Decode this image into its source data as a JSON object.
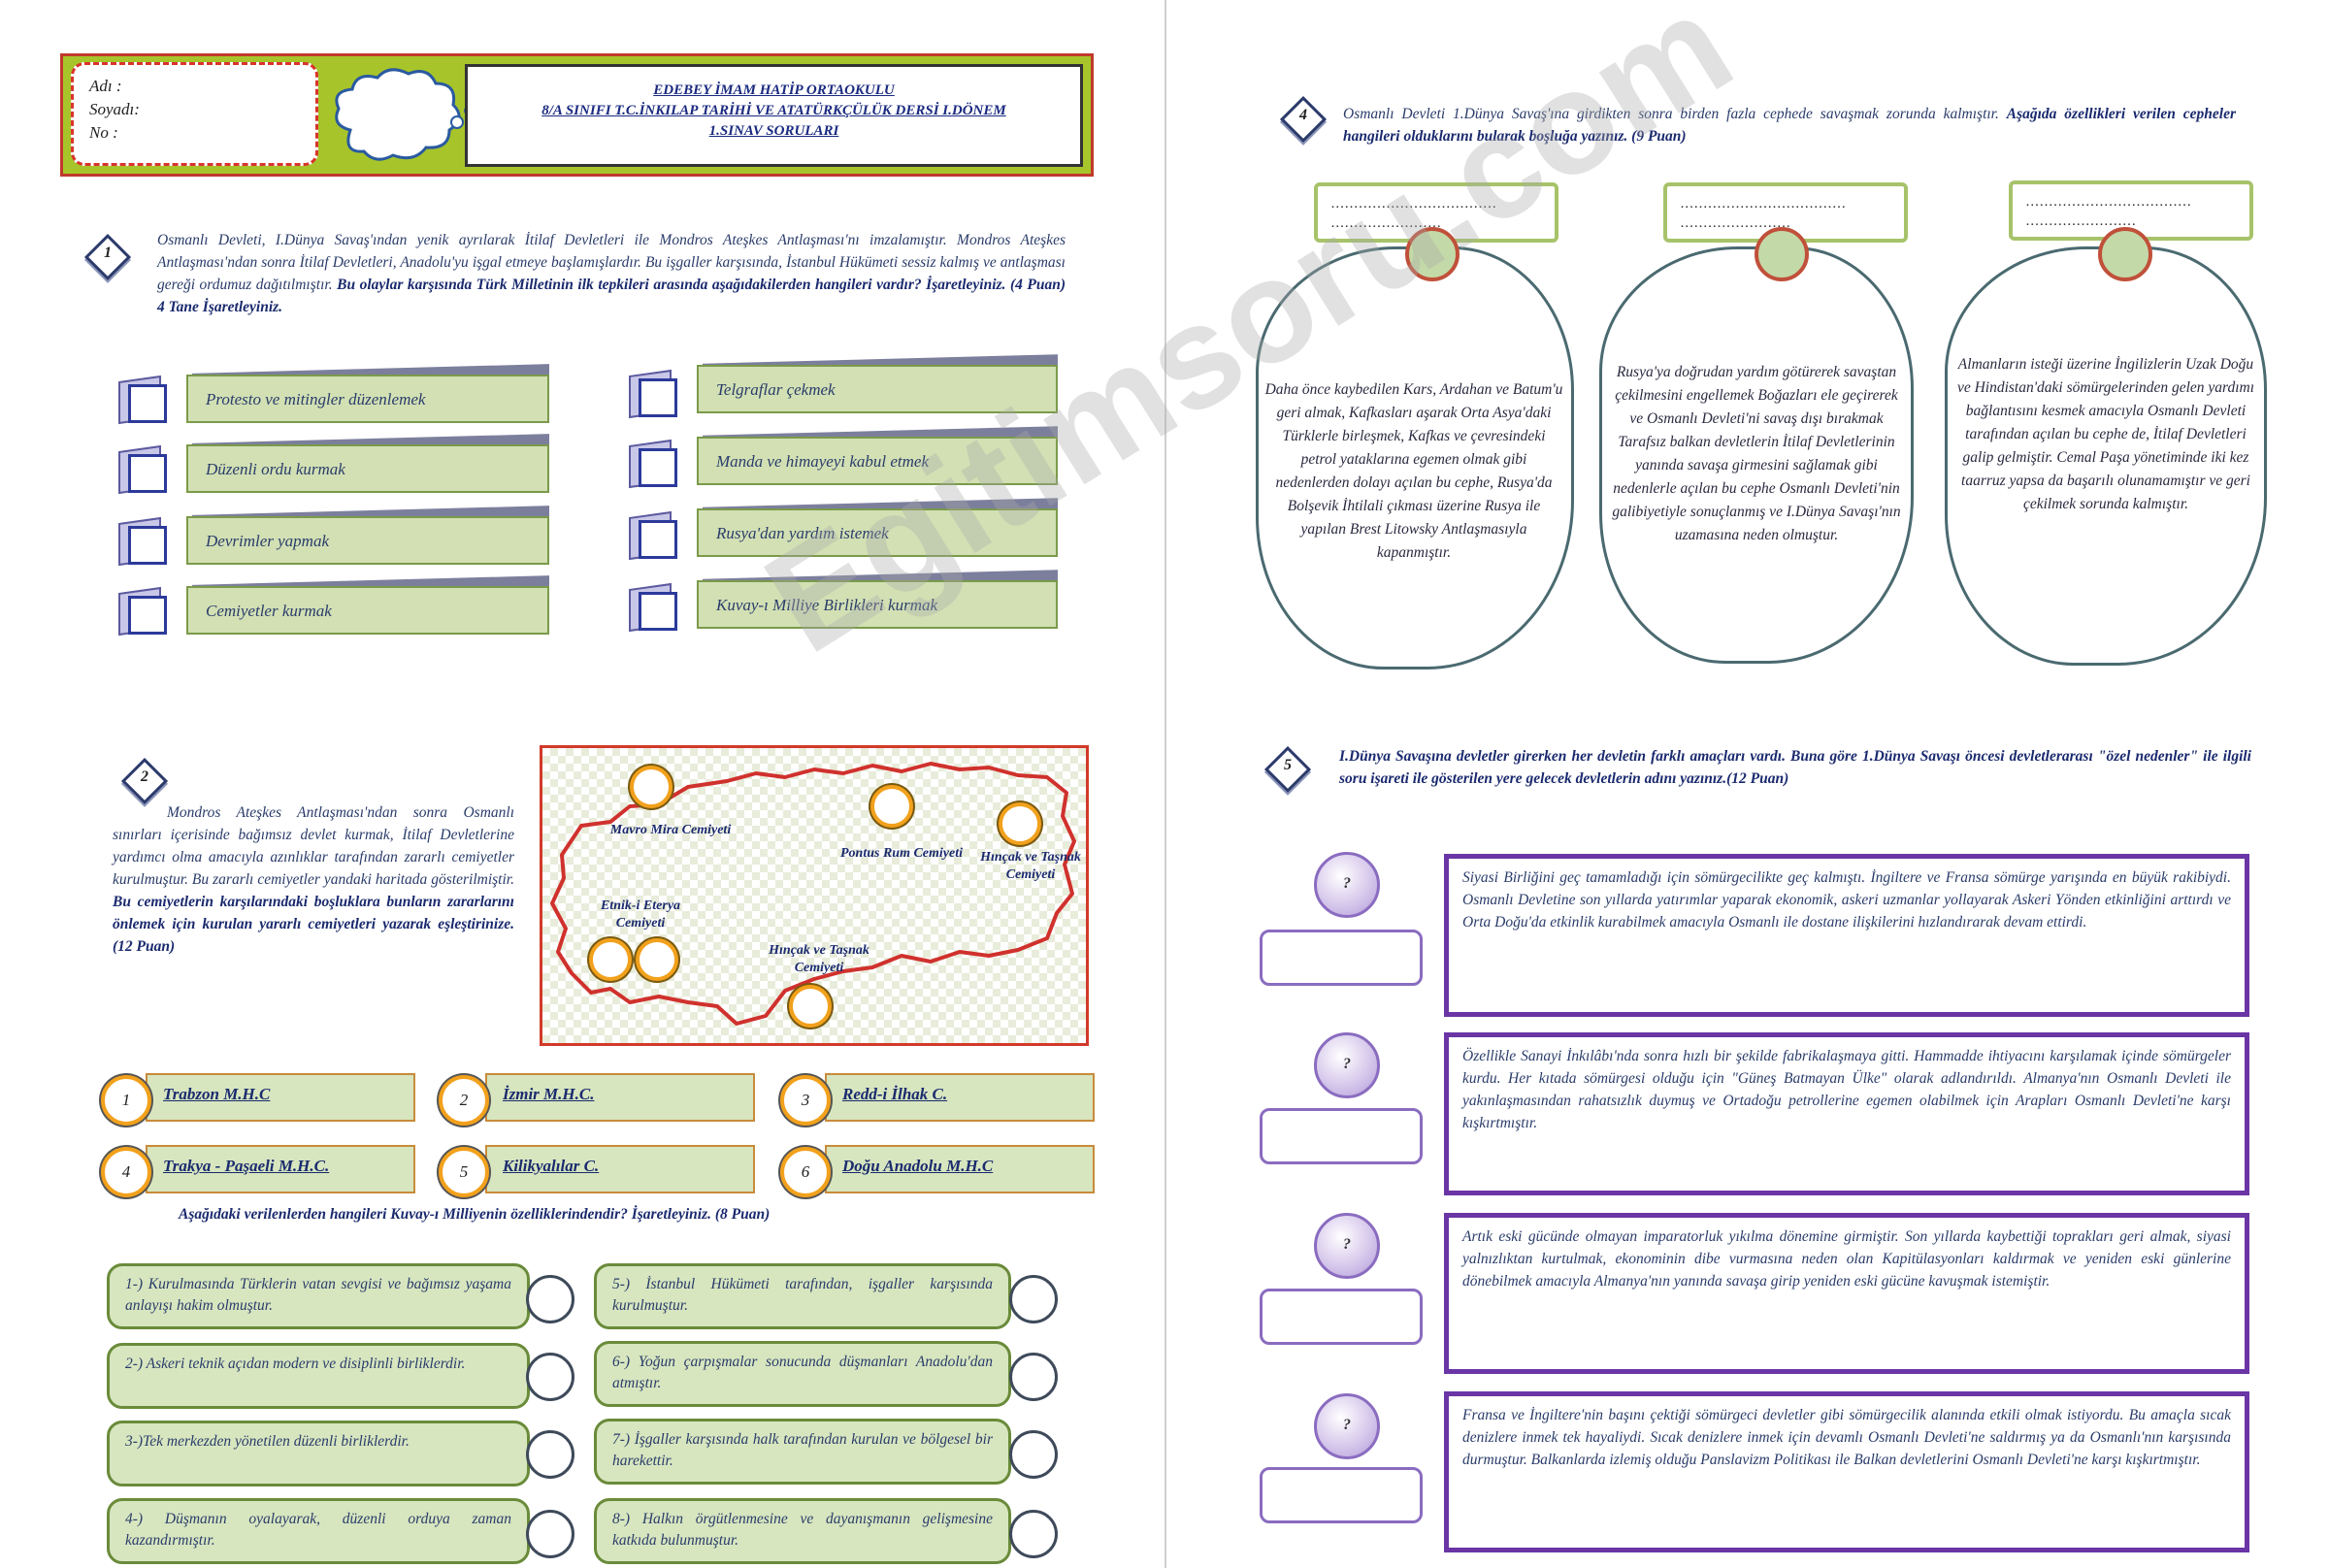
{
  "header": {
    "name_lines": [
      "Adı :",
      "Soyadı:",
      "No :"
    ],
    "title_lines": [
      "EDEBEY İMAM HATİP ORTAOKULU",
      "8/A SINIFI T.C.İNKILAP TARİHİ VE ATATÜRKÇÜLÜK DERSİ I.DÖNEM",
      "1.SINAV SORULARI"
    ]
  },
  "q1": {
    "number": "1",
    "text": "Osmanlı Devleti, I.Dünya Savaş'ından yenik ayrılarak İtilaf Devletleri ile Mondros Ateşkes Antlaşması'nı imzalamıştır. Mondros Ateşkes Antlaşması'ndan sonra İtilaf Devletleri, Anadolu'yu işgal etmeye başlamışlardır. Bu işgaller karşısında, İstanbul Hükümeti sessiz kalmış ve antlaşması gereği ordumuz dağıtılmıştır.",
    "instruction": "Bu olaylar karşısında Türk Milletinin ilk tepkileri arasında aşağıdakilerden hangileri vardır? İşaretleyiniz. (4 Puan) 4 Tane İşaretleyiniz.",
    "options_left": [
      "Protesto ve mitingler düzenlemek",
      "Düzenli ordu kurmak",
      "Devrimler yapmak",
      "Cemiyetler kurmak"
    ],
    "options_right": [
      "Telgraflar çekmek",
      "Manda ve himayeyi kabul etmek",
      "Rusya'dan yardım istemek",
      "Kuvay-ı Milliye Birlikleri kurmak"
    ]
  },
  "q2": {
    "number": "2",
    "text": "Mondros Ateşkes Antlaşması'ndan sonra Osmanlı sınırları içerisinde bağımsız devlet kurmak, İtilaf Devletlerine yardımcı olma amacıyla azınlıklar tarafından zararlı cemiyetler kurulmuştur. Bu zararlı cemiyetler yandaki haritada gösterilmiştir.",
    "instruction": "Bu cemiyetlerin karşılarındaki boşluklara bunların zararlarını önlemek için kurulan yararlı cemiyetleri yazarak eşleştirinize. (12 Puan)",
    "map_labels": [
      "Mavro Mira Cemiyeti",
      "Pontus Rum Cemiyeti",
      "Hınçak ve Taşnak Cemiyeti",
      "Etnik-i Eterya Cemiyeti",
      "Hınçak ve Taşnak Cemiyeti"
    ],
    "options": [
      {
        "num": "1",
        "label": "Trabzon M.H.C"
      },
      {
        "num": "2",
        "label": "İzmir M.H.C."
      },
      {
        "num": "3",
        "label": "Redd-i İlhak C."
      },
      {
        "num": "4",
        "label": "Trakya - Paşaeli M.H.C."
      },
      {
        "num": "5",
        "label": "Kilikyalılar C."
      },
      {
        "num": "6",
        "label": "Doğu Anadolu M.H.C"
      }
    ]
  },
  "q3": {
    "instruction": "Aşağıdaki verilenlerden hangileri Kuvay-ı Milliyenin özelliklerindendir? İşaretleyiniz. (8 Puan)",
    "options_left": [
      "1-) Kurulmasında Türklerin vatan sevgisi ve bağımsız yaşama anlayışı hakim olmuştur.",
      "2-) Askeri teknik açıdan modern ve disiplinli birliklerdir.",
      "3-)Tek merkezden yönetilen düzenli birliklerdir.",
      "4-) Düşmanın oyalayarak, düzenli orduya zaman kazandırmıştır."
    ],
    "options_right": [
      "5-) İstanbul Hükümeti tarafından, işgaller karşısında kurulmuştur.",
      "6-) Yoğun çarpışmalar sonucunda düşmanları Anadolu'dan atmıştır.",
      "7-) İşgaller karşısında halk tarafından kurulan ve bölgesel bir harekettir.",
      "8-) Halkın örgütlenmesine ve dayanışmanın gelişmesine katkıda bulunmuştur."
    ]
  },
  "q4": {
    "number": "4",
    "text": "Osmanlı Devleti 1.Dünya Savaş'ına girdikten sonra birden fazla cephede savaşmak zorunda kalmıştır.",
    "instruction": "Aşağıda özellikleri verilen cepheler hangileri olduklarını bularak boşluğa yazınız. (9 Puan)",
    "blank": ".................................... ........................",
    "fronts": [
      "Daha önce kaybedilen Kars, Ardahan ve Batum'u geri almak, Kafkasları aşarak Orta Asya'daki Türklerle birleşmek, Kafkas ve çevresindeki petrol yataklarına egemen olmak gibi nedenlerden dolayı açılan bu cephe, Rusya'da Bolşevik İhtilali çıkması üzerine Rusya ile yapılan Brest Litowsky Antlaşmasıyla kapanmıştır.",
      "Rusya'ya doğrudan yardım götürerek savaştan çekilmesini engellemek Boğazları ele geçirerek ve Osmanlı Devleti'ni savaş dışı bırakmak Tarafsız balkan devletlerin İtilaf Devletlerinin yanında savaşa girmesini sağlamak gibi nedenlerle açılan bu cephe Osmanlı Devleti'nin galibiyetiyle sonuçlanmış ve I.Dünya Savaşı'nın uzamasına neden olmuştur.",
      "Almanların isteği üzerine İngilizlerin Uzak Doğu ve Hindistan'daki sömürgelerinden gelen yardımı bağlantısını kesmek amacıyla Osmanlı Devleti tarafından açılan bu cephe de, İtilaf Devletleri galip gelmiştir. Cemal Paşa yönetiminde iki kez taarruz yapsa da başarılı olunamamıştır ve geri çekilmek sorunda kalmıştır."
    ]
  },
  "q5": {
    "number": "5",
    "instruction": "I.Dünya Savaşına devletler girerken her devletin farklı amaçları vardı. Buna göre 1.Dünya Savaşı öncesi devletlerarası \"özel nedenler\" ile ilgili soru işareti ile gösterilen yere gelecek devletlerin adını yazınız.(12 Puan)",
    "question_mark": "?",
    "boxes": [
      "Siyasi Birliğini geç tamamladığı için sömürgecilikte geç kalmıştı. İngiltere ve Fransa sömürge yarışında en büyük rakibiydi. Osmanlı Devletine son yıllarda yatırımlar yaparak ekonomik, askeri uzmanlar yollayarak Askeri Yönden etkinliğini arttırdı ve Orta Doğu'da etkinlik kurabilmek amacıyla Osmanlı ile dostane ilişkilerini hızlandırarak devam ettirdi.",
      "Özellikle Sanayi İnkılâbı'nda sonra hızlı bir şekilde fabrikalaşmaya gitti. Hammadde ihtiyacını karşılamak içinde sömürgeler kurdu. Her kıtada sömürgesi olduğu için \"Güneş Batmayan Ülke\" olarak adlandırıldı. Almanya'nın Osmanlı Devleti ile yakınlaşmasından rahatsızlık duymuş ve Ortadoğu petrollerine egemen olabilmek için Arapları Osmanlı Devleti'ne karşı kışkırtmıştır.",
      "Artık eski gücünde olmayan imparatorluk yıkılma dönemine girmiştir. Son yıllarda kaybettiği toprakları geri almak, siyasi yalnızlıktan kurtulmak, ekonominin dibe vurmasına neden olan Kapitülasyonları kaldırmak ve yeniden eski günlerine dönebilmek amacıyla Almanya'nın yanında savaşa girip yeniden eski gücüne kavuşmak istemiştir.",
      "Fransa ve İngiltere'nin başını çektiği sömürgeci devletler gibi sömürgecilik alanında etkili olmak istiyordu. Bu amaçla sıcak denizlere inmek tek hayaliydi. Sıcak denizlere inmek için devamlı Osmanlı Devleti'ne saldırmış ya da Osmanlı'nın karşısında durmuştur. Balkanlarda izlemiş olduğu Panslavizm Politikası ile Balkan devletlerini Osmanlı Devleti'ne karşı kışkırtmıştır."
    ]
  },
  "watermark": "Egitimsoru.com"
}
